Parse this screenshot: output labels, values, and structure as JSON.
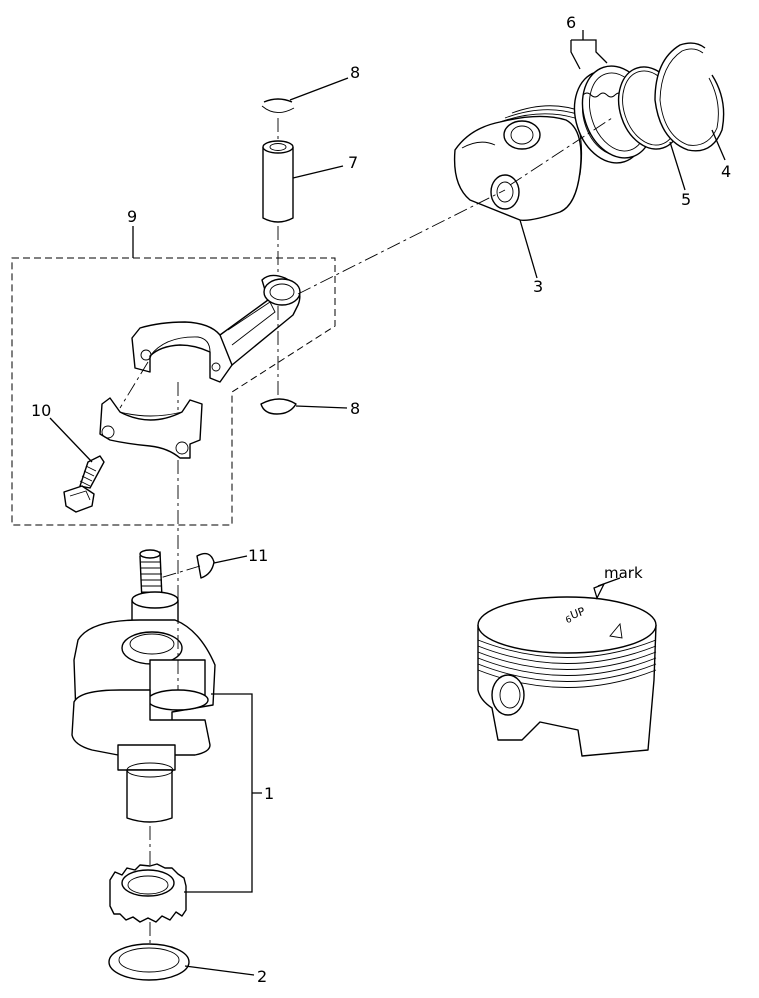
{
  "callouts": {
    "c1": "1",
    "c2": "2",
    "c3": "3",
    "c4": "4",
    "c5": "5",
    "c6": "6",
    "c7": "7",
    "c8a": "8",
    "c8b": "8",
    "c9": "9",
    "c10": "10",
    "c11": "11"
  },
  "piston_detail": {
    "mark_label": "mark",
    "crown_text": "UP",
    "crown_subtext": "6"
  }
}
